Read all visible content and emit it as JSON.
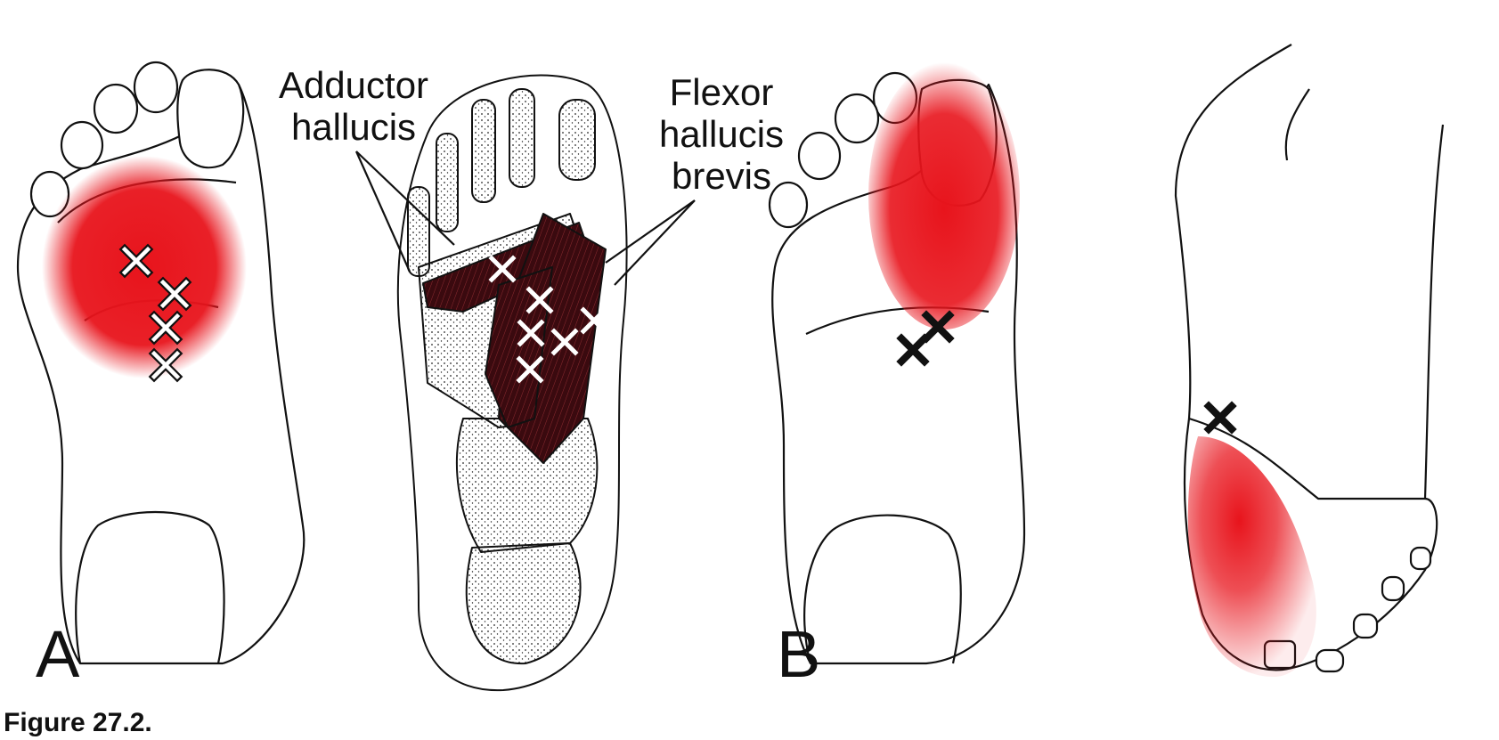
{
  "labels": {
    "adductor_line1": "Adductor",
    "adductor_line2": "hallucis",
    "flexor_line1": "Flexor",
    "flexor_line2": "hallucis",
    "flexor_line3": "brevis",
    "panel_a": "A",
    "panel_b": "B"
  },
  "caption": "Figure 27.2.",
  "colors": {
    "referred_pain": "#e8141c",
    "muscle": "#3a0a0f",
    "outline": "#111111",
    "marker_dark": "#111111",
    "marker_light": "#ffffff"
  }
}
